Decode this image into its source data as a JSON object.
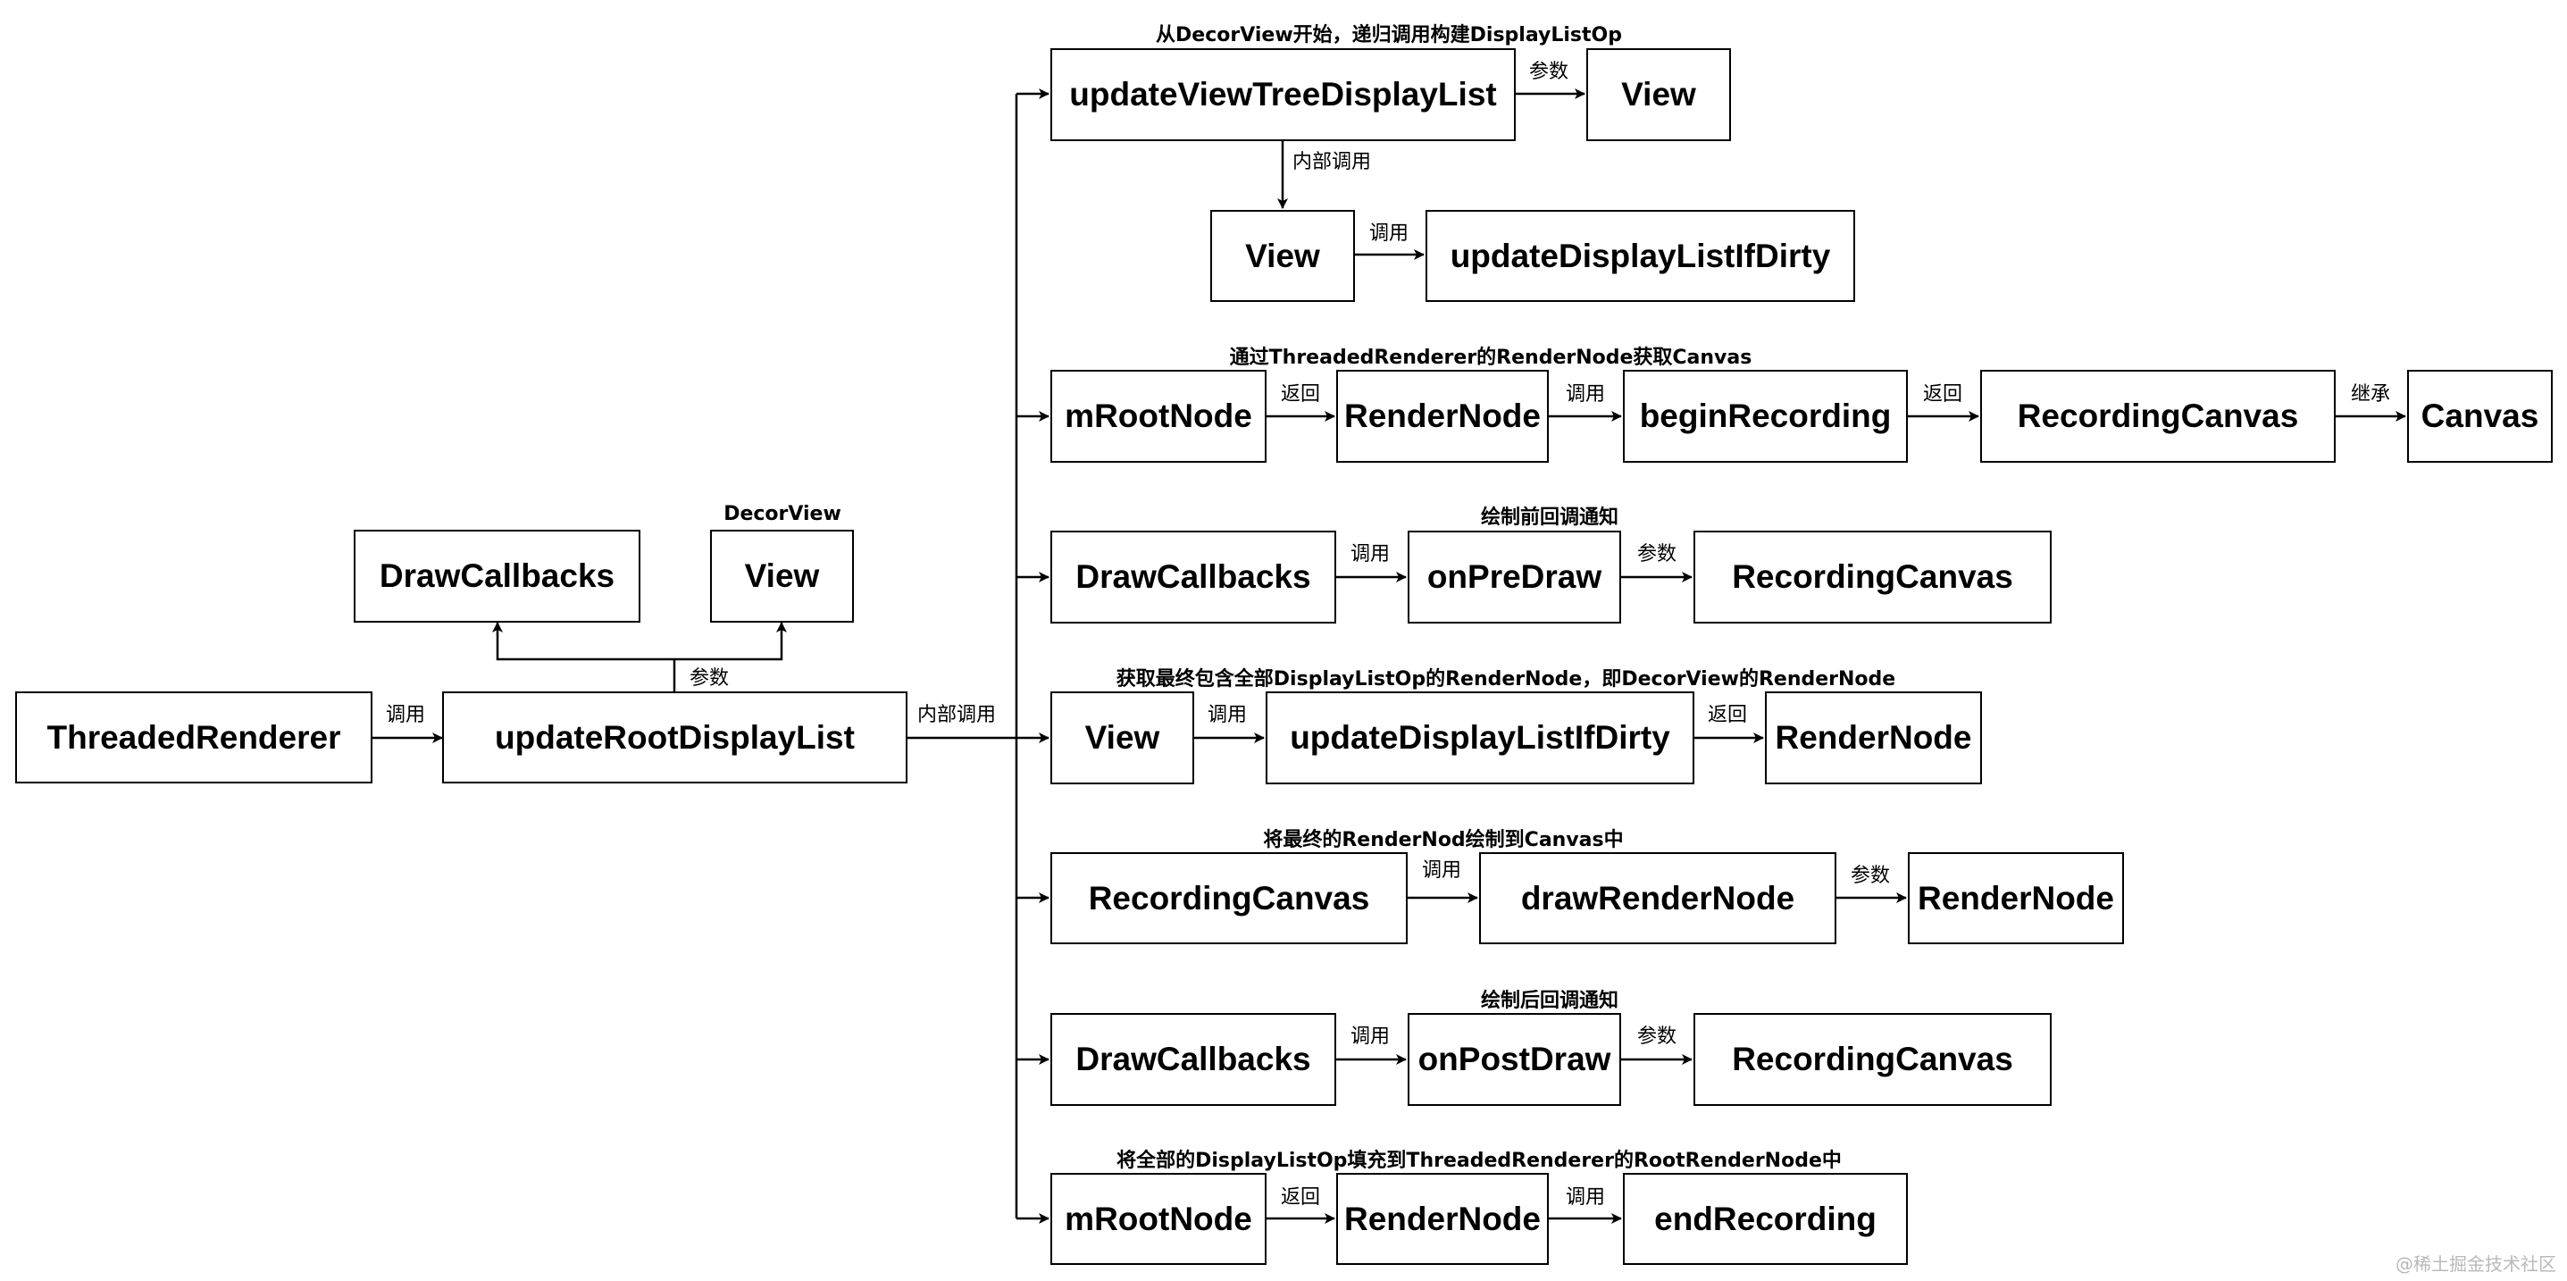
{
  "nodes": {
    "threaded_renderer": "ThreadedRenderer",
    "update_root_display_list": "updateRootDisplayList",
    "draw_callbacks_top": "DrawCallbacks",
    "view_decor": "View",
    "update_view_tree_display_list": "updateViewTreeDisplayList",
    "view_param": "View",
    "view_inner": "View",
    "update_display_list_if_dirty_1": "updateDisplayListIfDirty",
    "mroot_node_1": "mRootNode",
    "render_node_1": "RenderNode",
    "begin_recording": "beginRecording",
    "recording_canvas_1": "RecordingCanvas",
    "canvas": "Canvas",
    "draw_callbacks_pre": "DrawCallbacks",
    "on_pre_draw": "onPreDraw",
    "recording_canvas_2": "RecordingCanvas",
    "view_decor_2": "View",
    "update_display_list_if_dirty_2": "updateDisplayListIfDirty",
    "render_node_2": "RenderNode",
    "recording_canvas_3": "RecordingCanvas",
    "draw_render_node": "drawRenderNode",
    "render_node_3": "RenderNode",
    "draw_callbacks_post": "DrawCallbacks",
    "on_post_draw": "onPostDraw",
    "recording_canvas_4": "RecordingCanvas",
    "mroot_node_2": "mRootNode",
    "render_node_4": "RenderNode",
    "end_recording": "endRecording"
  },
  "edge_labels": {
    "call": "调用",
    "param": "参数",
    "internal_call": "内部调用",
    "return": "返回",
    "inherit": "继承"
  },
  "notes": {
    "decor_view": "DecorView",
    "row1": "从DecorView开始，递归调用构建DisplayListOp",
    "row3": "通过ThreadedRenderer的RenderNode获取Canvas",
    "row4": "绘制前回调通知",
    "row5": "获取最终包含全部DisplayListOp的RenderNode，即DecorView的RenderNode",
    "row6": "将最终的RenderNod绘制到Canvas中",
    "row7": "绘制后回调通知",
    "row8": "将全部的DisplayListOp填充到ThreadedRenderer的RootRenderNode中"
  },
  "watermark": "@稀土掘金技术社区"
}
